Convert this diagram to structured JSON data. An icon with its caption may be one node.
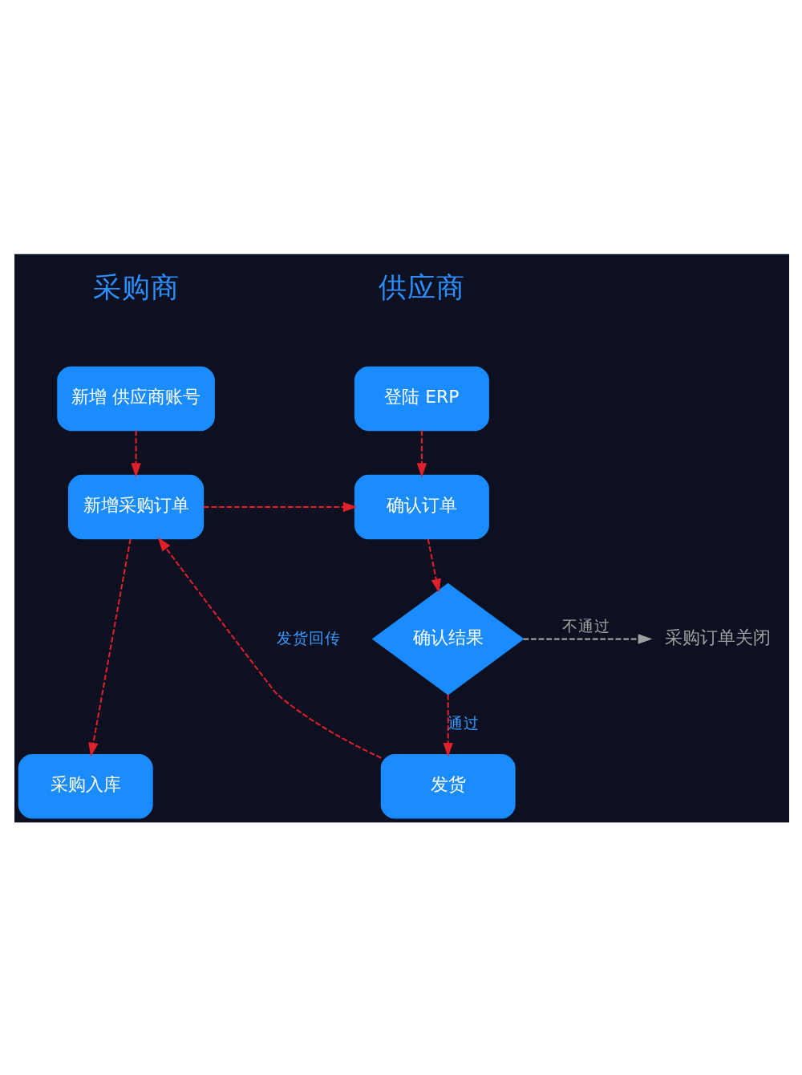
{
  "diagram": {
    "nodes": [
      {
        "text": [
          "新增 供应商账号"
        ]
      },
      {
        "text": [
          "登陆 ERP"
        ]
      },
      {
        "text": [
          "新增采购订单"
        ]
      },
      {
        "text": [
          "确认订单"
        ]
      },
      {
        "text": [
          "确认结果"
        ]
      },
      {
        "text": [
          "采购订单关闭"
        ]
      },
      {
        "text": [
          "采购入库"
        ]
      },
      {
        "text": [
          "发货"
        ]
      }
    ],
    "edges": [
      {
        "from": 0,
        "to": 2,
        "arrow": "to",
        "style": "dashed"
      },
      {
        "from": 1,
        "to": 3,
        "arrow": "to",
        "style": "dashed"
      },
      {
        "from": 2,
        "to": 3,
        "arrow": "to",
        "style": "dashed"
      },
      {
        "from": 3,
        "to": 4,
        "arrow": "to",
        "style": "dashed"
      },
      {
        "from": 4,
        "to": 5,
        "arrow": "to",
        "style": "dashed",
        "label": "不通过",
        "color": "#a0a0a0"
      },
      {
        "from": 4,
        "to": 7,
        "arrow": "to",
        "style": "dashed",
        "label": "通过"
      },
      {
        "from": 7,
        "to": 2,
        "arrow": "to",
        "style": "dashed",
        "label": "发货回传"
      },
      {
        "from": 2,
        "to": 6,
        "arrow": "to",
        "style": "dashed"
      }
    ],
    "labels": [
      "采购商",
      "供应商"
    ]
  }
}
